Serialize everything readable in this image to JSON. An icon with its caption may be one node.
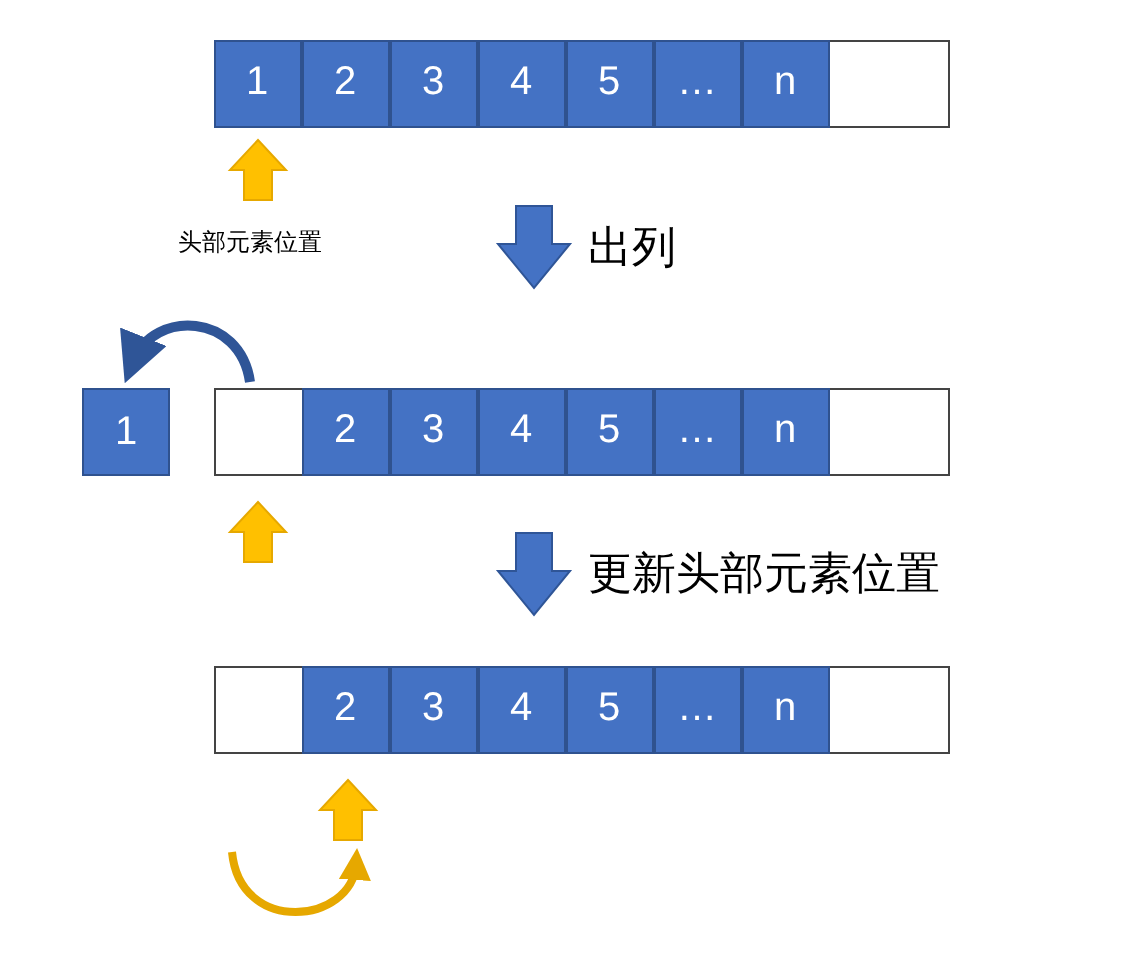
{
  "diagram": {
    "nodes": [
      {
        "text": [],
        "shape": "box"
      },
      {
        "text": [
          "1"
        ],
        "in": 0
      },
      {
        "text": [
          "2"
        ],
        "in": 0
      },
      {
        "text": [
          "3"
        ],
        "in": 0
      },
      {
        "text": [
          "4"
        ],
        "in": 0
      },
      {
        "text": [
          "5"
        ],
        "in": 0
      },
      {
        "text": [
          "…"
        ],
        "in": 0
      },
      {
        "text": [
          "n"
        ],
        "in": 0
      },
      {
        "text": [
          "1"
        ]
      },
      {
        "text": [],
        "shape": "box"
      },
      {
        "text": [
          "2"
        ],
        "in": 9
      },
      {
        "text": [
          "3"
        ],
        "in": 9
      },
      {
        "text": [
          "4"
        ],
        "in": 9
      },
      {
        "text": [
          "5"
        ],
        "in": 9
      },
      {
        "text": [
          "…"
        ],
        "in": 9
      },
      {
        "text": [
          "n"
        ],
        "in": 9
      },
      {
        "text": [],
        "shape": "box"
      },
      {
        "text": [
          "2"
        ],
        "in": 16
      },
      {
        "text": [
          "3"
        ],
        "in": 16
      },
      {
        "text": [
          "4"
        ],
        "in": 16
      },
      {
        "text": [
          "5"
        ],
        "in": 16
      },
      {
        "text": [
          "…"
        ],
        "in": 16
      },
      {
        "text": [
          "n"
        ],
        "in": 16
      }
    ],
    "edges": [
      {
        "from": 0,
        "to": 9,
        "label": "出列",
        "arrow": "to"
      },
      {
        "from": 9,
        "to": 8,
        "arrow": "to"
      },
      {
        "from": 9,
        "to": 16,
        "label": "更新头部元素位置",
        "arrow": "to"
      }
    ],
    "labels": [
      "头部元素位置"
    ]
  }
}
